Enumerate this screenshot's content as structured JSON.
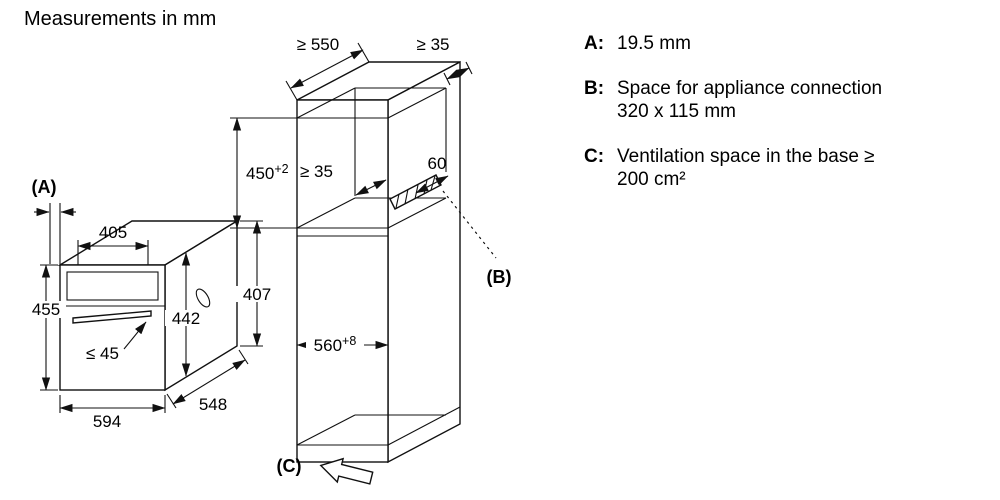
{
  "title": "Measurements in mm",
  "legend": {
    "items": [
      {
        "key": "A:",
        "line1": "19.5 mm",
        "line2": ""
      },
      {
        "key": "B:",
        "line1": "Space for appliance connection",
        "line2": "320 x 115 mm"
      },
      {
        "key": "C:",
        "line1": "Ventilation space in the base ≥",
        "line2": "200 cm²"
      }
    ]
  },
  "oven": {
    "label_a": "(A)",
    "dim_top_width": "405",
    "dim_front_height": "455",
    "dim_handle_depth": "≤ 45",
    "dim_front_width": "594",
    "dim_depth": "548",
    "dim_body_height": "442",
    "dim_side_height": "407"
  },
  "cabinet": {
    "dim_min_depth": "≥ 550",
    "dim_top_clearance": "≥ 35",
    "dim_rear_clearance": "≥ 35",
    "dim_connection_offset": "60",
    "dim_niche_height": "450",
    "dim_niche_height_tolerance": "+2",
    "dim_niche_width": "560",
    "dim_niche_width_tolerance": "+8",
    "label_b": "(B)",
    "label_c": "(C)"
  }
}
